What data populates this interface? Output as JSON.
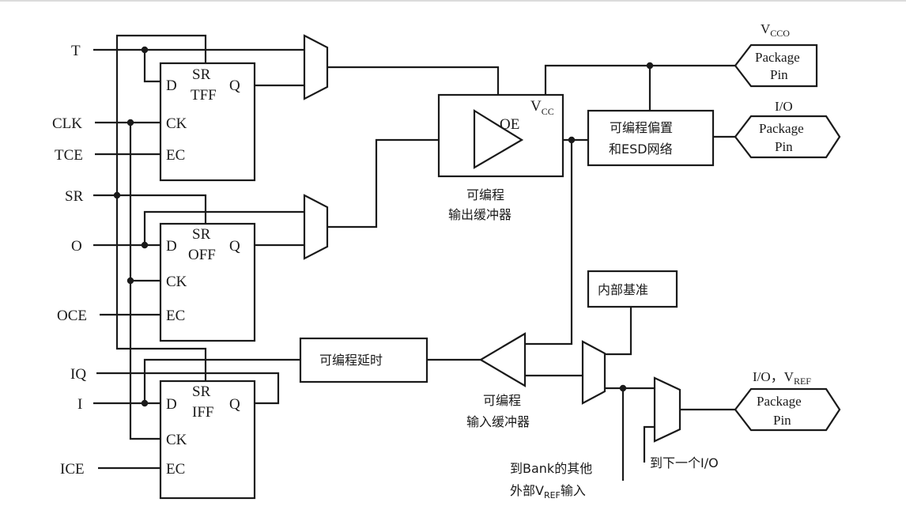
{
  "signals": {
    "T": "T",
    "CLK": "CLK",
    "TCE": "TCE",
    "SR": "SR",
    "O": "O",
    "OCE": "OCE",
    "IQ": "IQ",
    "I": "I",
    "ICE": "ICE"
  },
  "flipflops": {
    "tff": {
      "name": "TFF",
      "sr": "SR",
      "d": "D",
      "q": "Q",
      "ck": "CK",
      "ec": "EC"
    },
    "off": {
      "name": "OFF",
      "sr": "SR",
      "d": "D",
      "q": "Q",
      "ck": "CK",
      "ec": "EC"
    },
    "iff": {
      "name": "IFF",
      "sr": "SR",
      "d": "D",
      "q": "Q",
      "ck": "CK",
      "ec": "EC"
    }
  },
  "output_buffer": {
    "oe": "OE",
    "vcc": "V",
    "vcc_sub": "CC",
    "label_line1": "可编程",
    "label_line2": "输出缓冲器"
  },
  "esd_box": {
    "line1": "可编程偏置",
    "line2": "和ESD网络"
  },
  "pins": {
    "vcco_label": "V",
    "vcco_sub": "CCO",
    "io_label": "I/O",
    "ioref_label": "I/O，V",
    "ioref_sub": "REF",
    "package": "Package",
    "pin": "Pin"
  },
  "delay_box": "可编程延时",
  "input_buffer": {
    "line1": "可编程",
    "line2": "输入缓冲器"
  },
  "internal_ref": "内部基准",
  "bank_note": {
    "line1": "到Bank的其他",
    "line2_pre": "外部V",
    "line2_sub": "REF",
    "line2_post": "输入"
  },
  "next_io": "到下一个I/O"
}
